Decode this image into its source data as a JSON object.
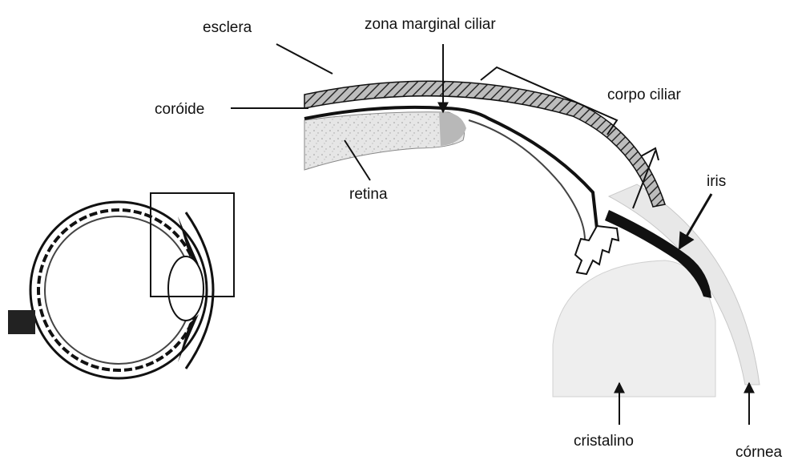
{
  "labels": {
    "esclera": "esclera",
    "zona_marginal": "zona marginal ciliar",
    "corpo_ciliar": "corpo ciliar",
    "coroide": "coróide",
    "retina": "retina",
    "iris": "iris",
    "cristalino": "cristalino",
    "cornea": "córnea"
  },
  "colors": {
    "ink": "#111111",
    "retina_fill": "#e4e4e4",
    "lens_fill": "#eeeeee",
    "cornea_fill": "#e8e8e8"
  }
}
